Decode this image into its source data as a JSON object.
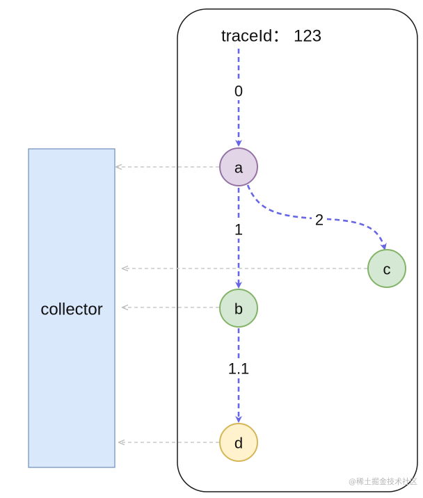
{
  "trace_title": "traceId： 123",
  "collector": {
    "label": "collector",
    "fill": "#dae8fc",
    "stroke": "#6c8ebf"
  },
  "nodes": [
    {
      "id": "a",
      "label": "a",
      "fill": "#e1d5e7",
      "stroke": "#9673a6"
    },
    {
      "id": "b",
      "label": "b",
      "fill": "#d5e8d4",
      "stroke": "#82b366"
    },
    {
      "id": "c",
      "label": "c",
      "fill": "#d5e8d4",
      "stroke": "#82b366"
    },
    {
      "id": "d",
      "label": "d",
      "fill": "#fff2cc",
      "stroke": "#d6b656"
    }
  ],
  "span_edges": [
    {
      "from": "trace",
      "to": "a",
      "label": "0"
    },
    {
      "from": "a",
      "to": "b",
      "label": "1"
    },
    {
      "from": "a",
      "to": "c",
      "label": "2"
    },
    {
      "from": "b",
      "to": "d",
      "label": "1.1"
    }
  ],
  "report_edges": [
    {
      "from": "a",
      "to": "collector"
    },
    {
      "from": "c",
      "to": "collector"
    },
    {
      "from": "b",
      "to": "collector"
    },
    {
      "from": "d",
      "to": "collector"
    }
  ],
  "colors": {
    "span_edge": "#6666e6",
    "report_edge": "#c8c8c8",
    "container_stroke": "#1a1a1a"
  },
  "watermark": "@稀土掘金技术社区"
}
